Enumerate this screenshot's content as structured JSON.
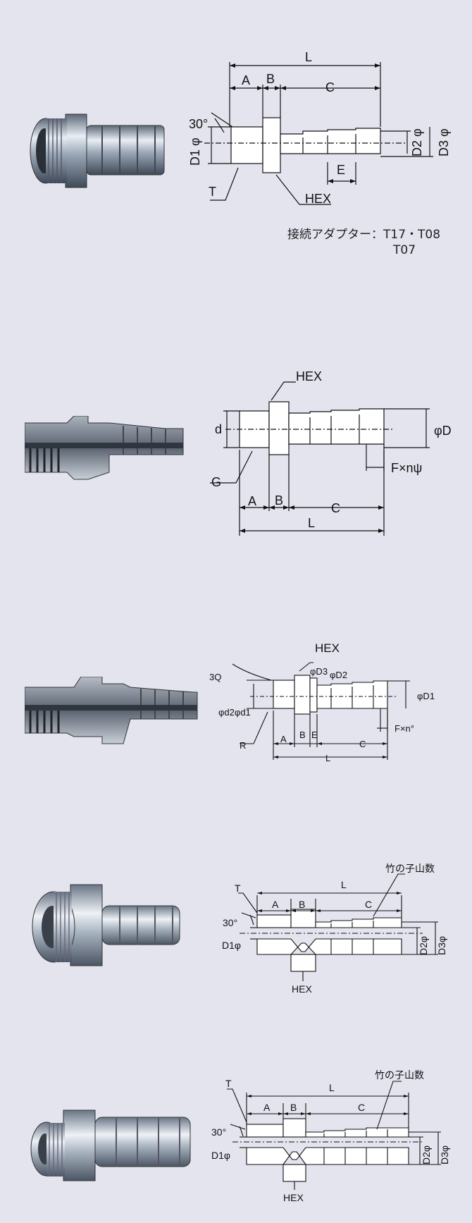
{
  "colors": {
    "background": "#e4e4ef",
    "line": "#111111",
    "steel": "#a9b4c2"
  },
  "panels": [
    {
      "name": "panel-1",
      "labels": {
        "L": "L",
        "A": "A",
        "B": "B",
        "C": "C",
        "angle": "30°",
        "D1": "D1 φ",
        "D2": "D2 φ",
        "D3": "D3 φ",
        "E": "E",
        "T": "T",
        "HEX": "HEX"
      },
      "note_line1": "接続アダプター：T17・T08",
      "note_line2": "T07"
    },
    {
      "name": "panel-2",
      "labels": {
        "HEX": "HEX",
        "d": "d",
        "D": "φD",
        "G": "G",
        "F": "F×nψ",
        "A": "A",
        "B": "B",
        "C": "C",
        "L": "L"
      }
    },
    {
      "name": "panel-3",
      "labels": {
        "HEX": "HEX",
        "angle": "3Q",
        "D3": "φD3",
        "D2": "φD2",
        "D1": "φD1",
        "d2d1": "φd2φd1",
        "R": "R",
        "A": "A",
        "B": "B",
        "E": "E",
        "C": "C",
        "F": "F×n°",
        "L": "L"
      }
    },
    {
      "name": "panel-4",
      "labels": {
        "T": "T",
        "L": "L",
        "A": "A",
        "B": "B",
        "C": "C",
        "bamboo": "竹の子山数",
        "angle": "30°",
        "D1": "D1φ",
        "D2": "D2φ",
        "D3": "D3φ",
        "HEX": "HEX"
      }
    },
    {
      "name": "panel-5",
      "labels": {
        "T": "T",
        "L": "L",
        "A": "A",
        "B": "B",
        "C": "C",
        "bamboo": "竹の子山数",
        "angle": "30°",
        "D1": "D1φ",
        "D2": "D2φ",
        "D3": "D3φ",
        "HEX": "HEX"
      }
    }
  ]
}
